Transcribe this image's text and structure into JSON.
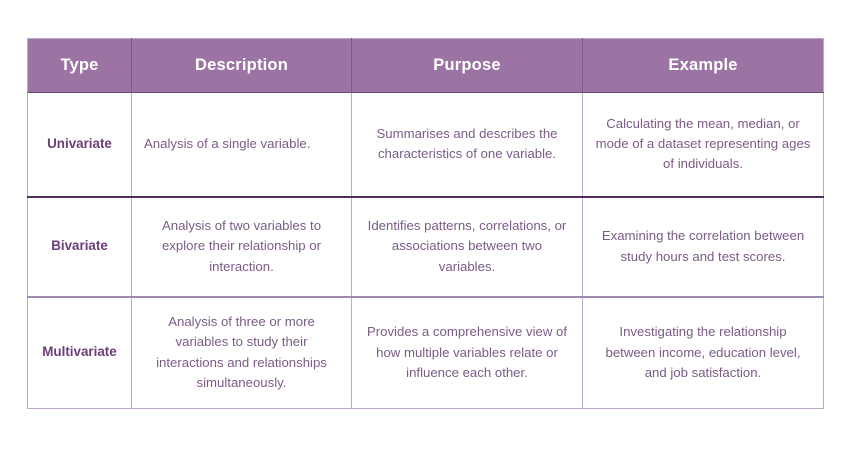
{
  "table": {
    "columns": [
      "Type",
      "Description",
      "Purpose",
      "Example"
    ],
    "colors": {
      "header_background": "#9b74a3",
      "header_text": "#ffffff",
      "type_text": "#6b3e7a",
      "body_text": "#7a5c85",
      "grid_line": "#bda9c9",
      "row_separator_dark": "#4f2d5e",
      "row_separator_light": "#a08bb0",
      "page_background": "#ffffff"
    },
    "rows": [
      {
        "type": "Univariate",
        "description": "Analysis of a single variable.",
        "purpose": "Summarises and describes the characteristics of one variable.",
        "example": "Calculating the mean, median, or mode of a dataset representing ages of individuals."
      },
      {
        "type": "Bivariate",
        "description": "Analysis of two variables to explore their relationship or interaction.",
        "purpose": "Identifies patterns, correlations, or associations between two variables.",
        "example": "Examining the correlation between study hours and test scores."
      },
      {
        "type": "Multivariate",
        "description": "Analysis of three or more variables to study their interactions and relationships simultaneously.",
        "purpose": "Provides a comprehensive view of how multiple variables relate or influence each other.",
        "example": "Investigating the relationship between income, education level, and job satisfaction."
      }
    ]
  }
}
